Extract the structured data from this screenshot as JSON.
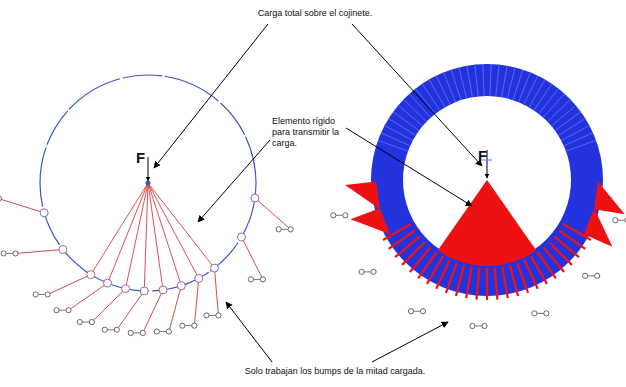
{
  "diagram": {
    "labels": [
      "Carga total sobre el cojinete.",
      "F",
      "Elemento rígido para transmitir la carga.",
      "F",
      "Solo trabajan los bumps de la mitad cargada."
    ]
  }
}
